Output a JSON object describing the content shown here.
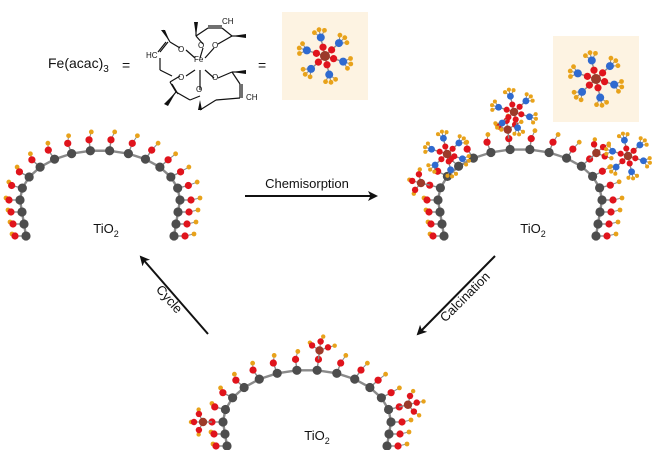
{
  "formula": {
    "main": "Fe(acac)",
    "sub": "3",
    "equals": "="
  },
  "structure": {
    "fe": "Fe",
    "o": "O",
    "hc": "HC",
    "ch": "CH"
  },
  "arrows": {
    "chemisorption": "Chemisorption",
    "calcination": "Calcination",
    "cycle": "Cycle"
  },
  "support": {
    "main": "TiO",
    "sub": "2"
  },
  "colors": {
    "ti": "#4d4d4d",
    "oxygen": "#e0141c",
    "hydrogen": "#e8a21a",
    "carbon": "#2f6ad0",
    "iron": "#9c3a2a",
    "bond": "#8a8a8a",
    "arrow": "#111111"
  }
}
